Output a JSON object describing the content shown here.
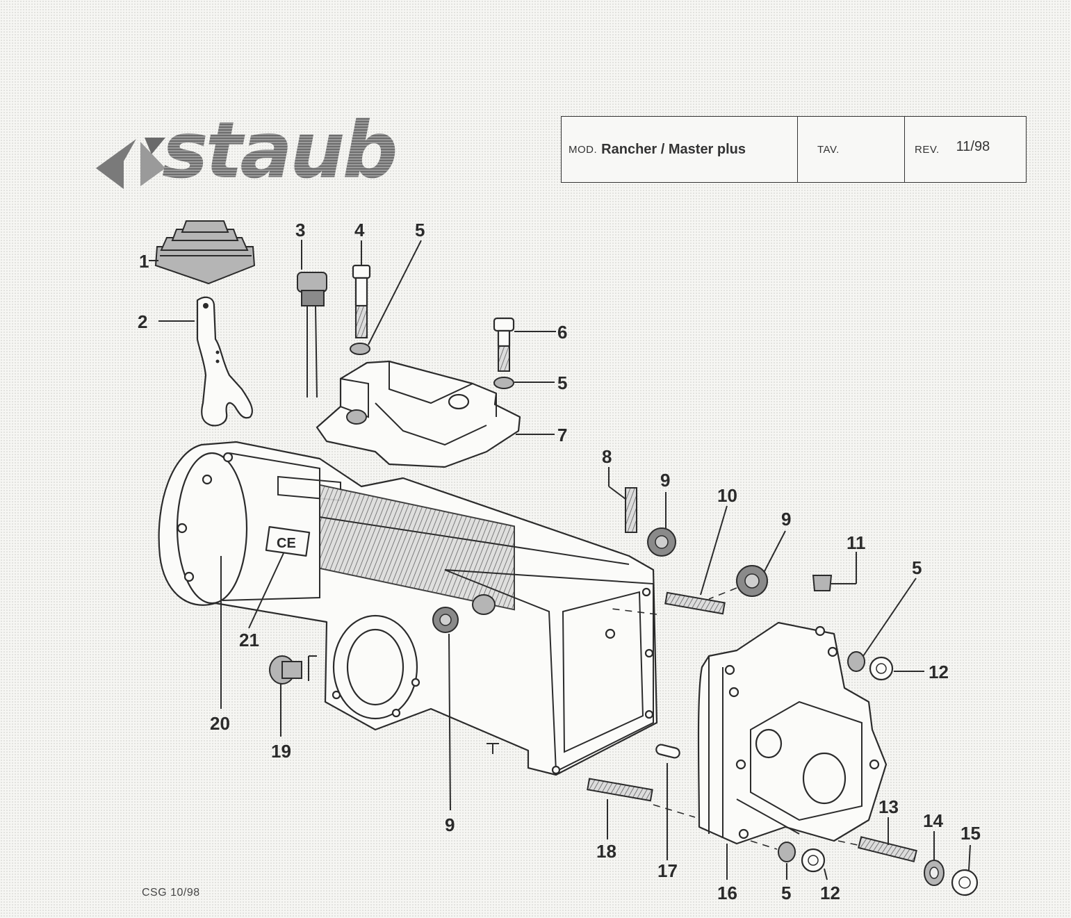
{
  "brand": {
    "logo_text": "staub"
  },
  "title_block": {
    "mod_label": "MOD.",
    "mod_value": "Rancher / Master plus",
    "tav_label": "TAV.",
    "rev_label": "REV.",
    "rev_value": "11/98"
  },
  "callouts": {
    "c1": "1",
    "c2": "2",
    "c3": "3",
    "c4": "4",
    "c5a": "5",
    "c6": "6",
    "c5b": "5",
    "c7": "7",
    "c8": "8",
    "c9a": "9",
    "c10": "10",
    "c9b": "9",
    "c11": "11",
    "c5c": "5",
    "c12a": "12",
    "c21": "21",
    "c20": "20",
    "c19": "19",
    "c9c": "9",
    "c18": "18",
    "c17": "17",
    "c16": "16",
    "c5d": "5",
    "c12b": "12",
    "c13": "13",
    "c14": "14",
    "c15": "15"
  },
  "housing_mark": "CE",
  "footer": {
    "code": "CSG 10/98"
  }
}
